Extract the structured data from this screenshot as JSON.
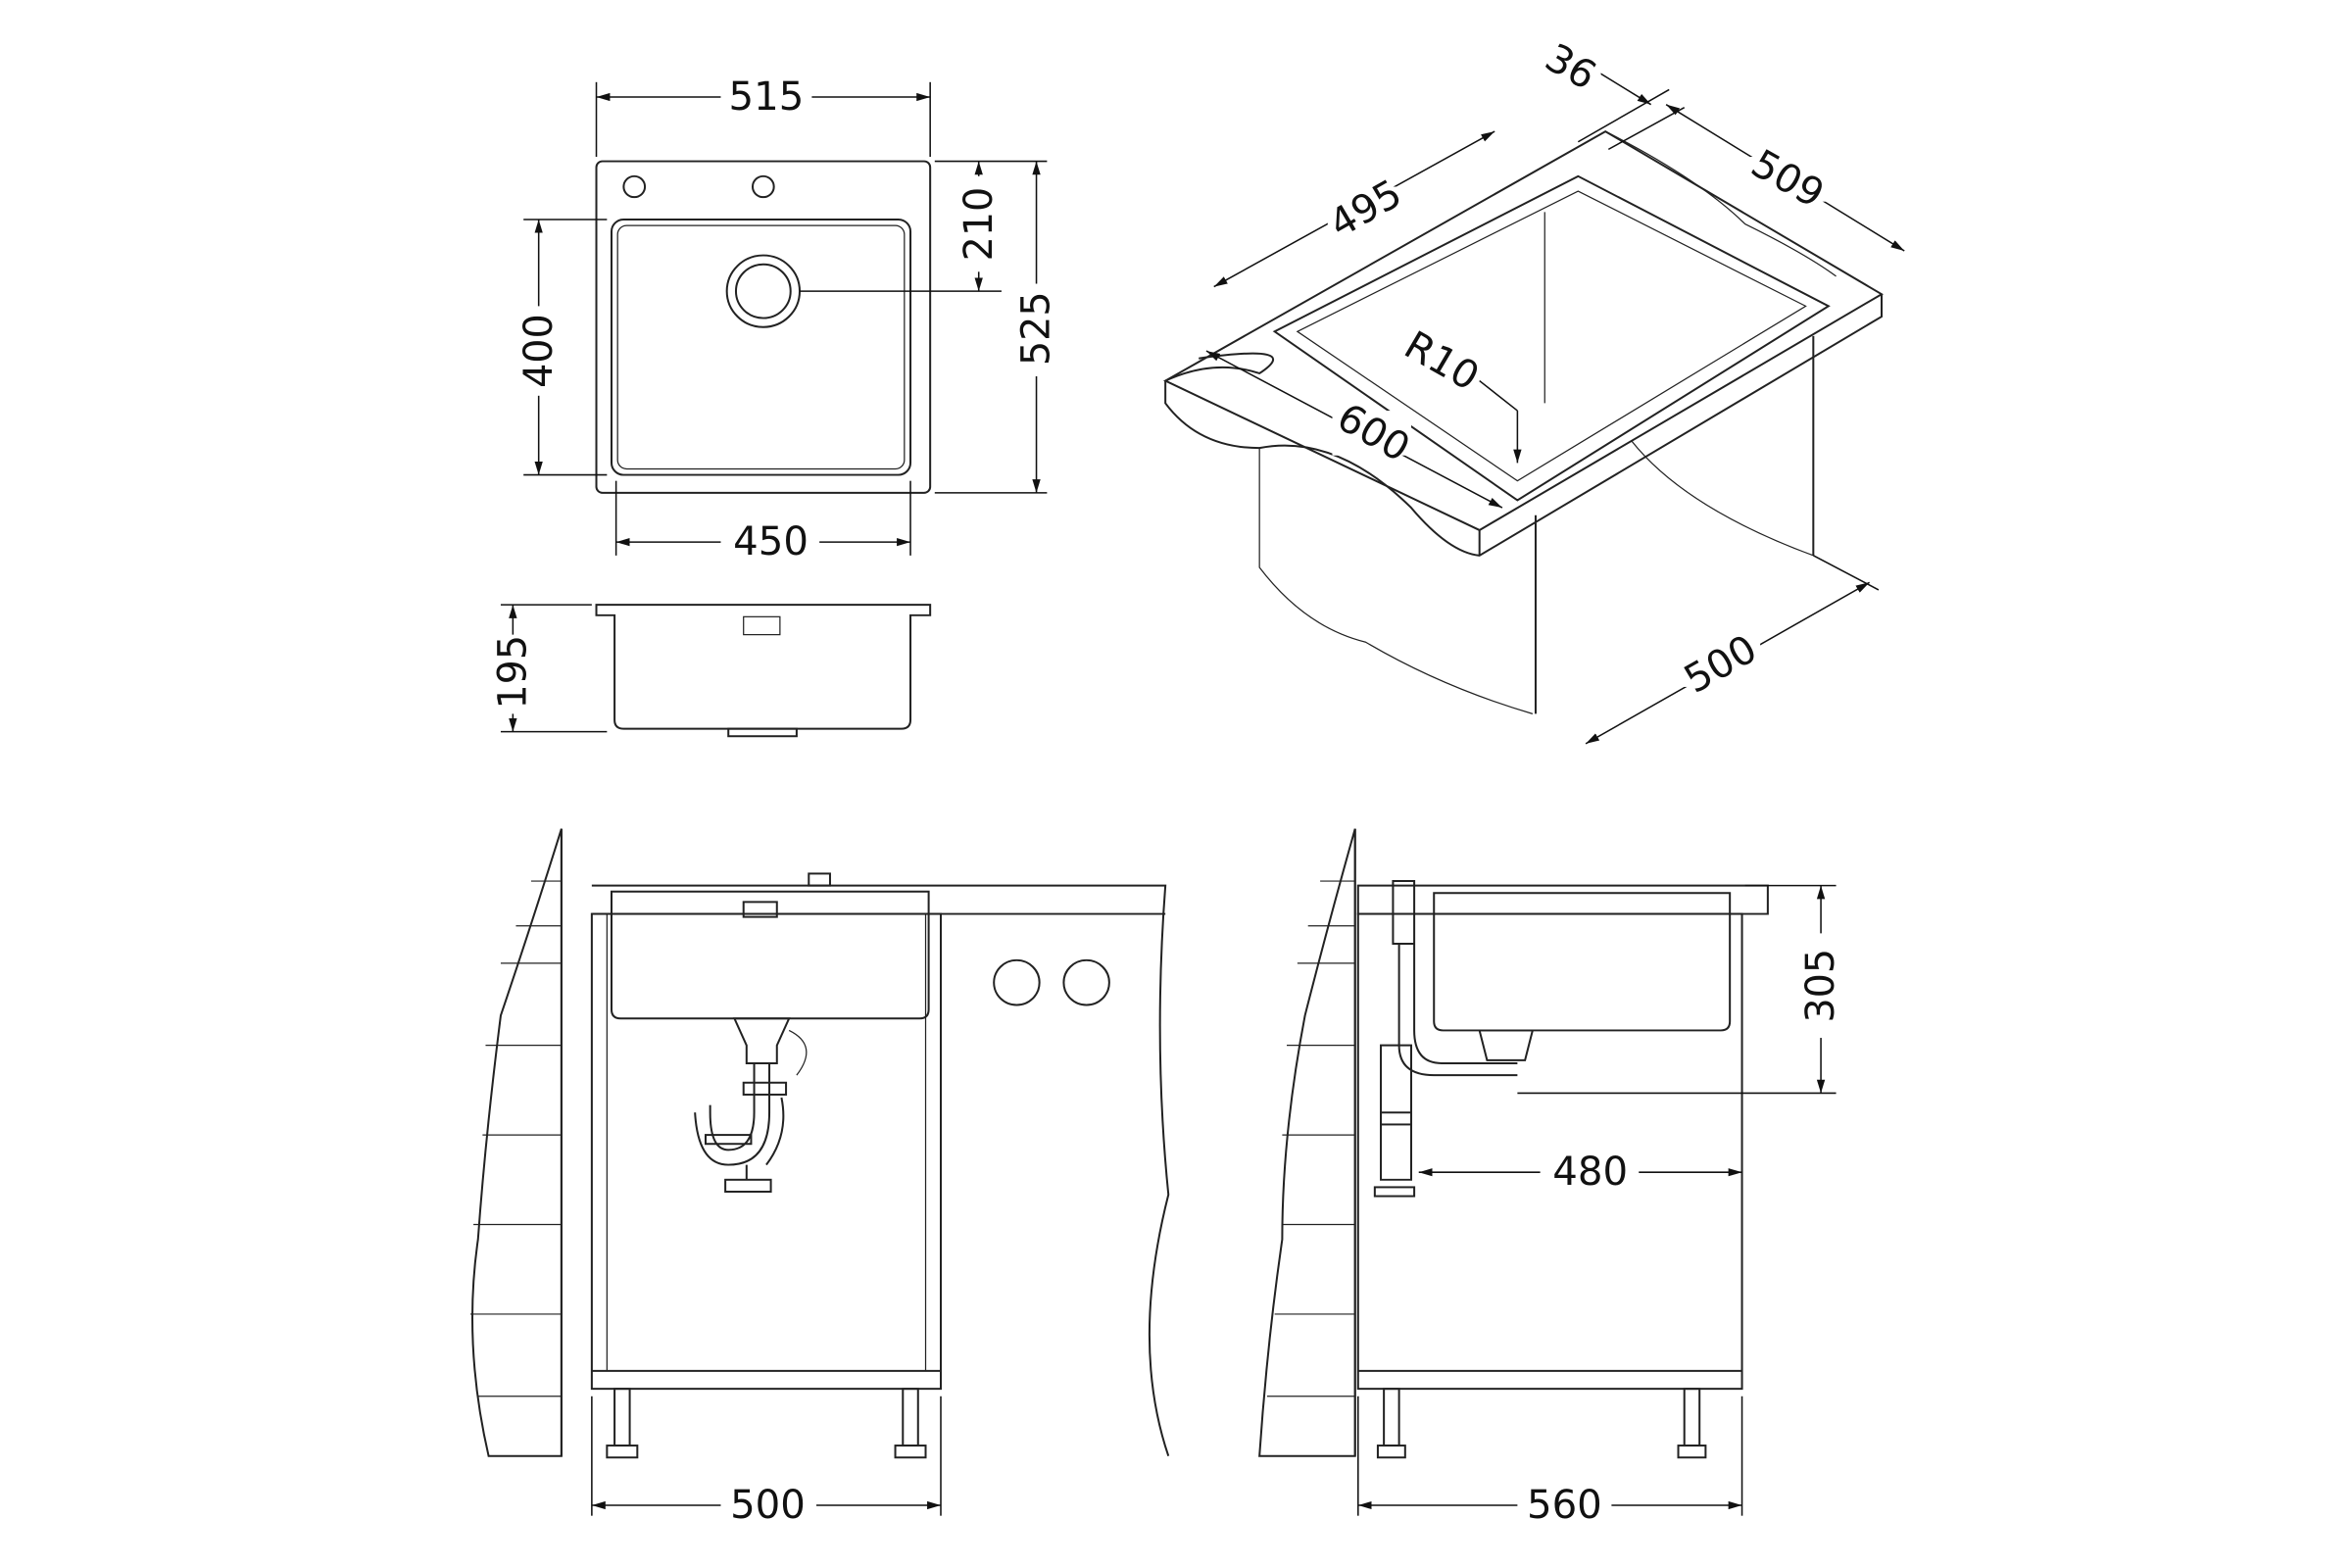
{
  "title": "Sink installation dimension drawing",
  "top_view": {
    "overall_width": "515",
    "tap_to_drain": "210",
    "overall_depth": "525",
    "bowl_depth": "400",
    "bowl_width": "450"
  },
  "section_view": {
    "bowl_height": "195"
  },
  "iso_view": {
    "flange": "36",
    "front_edge": "495",
    "side_edge": "509",
    "corner_radius": "R10",
    "counter_depth": "600",
    "cabinet_depth": "500"
  },
  "front_view": {
    "cabinet_width": "500"
  },
  "side_view": {
    "installation_height": "305",
    "waste_distance": "480",
    "cabinet_depth": "560"
  },
  "colors": {
    "line": "#222222",
    "background": "#ffffff"
  }
}
